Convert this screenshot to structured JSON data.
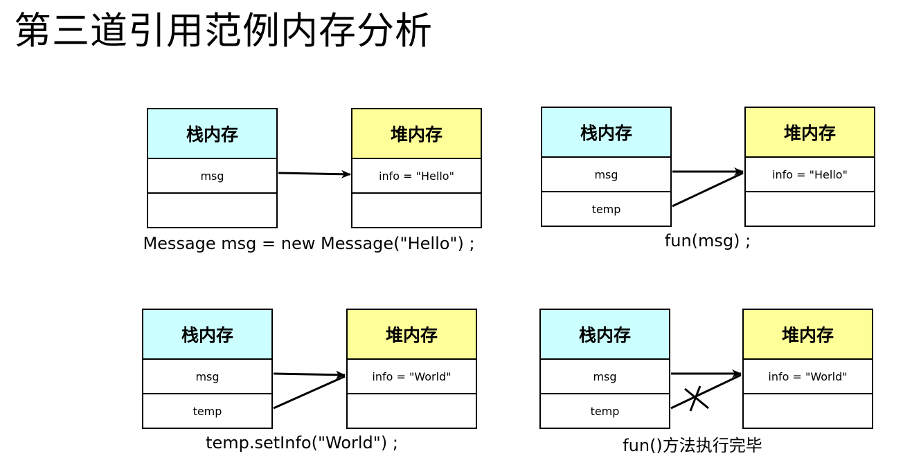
{
  "title": "第三道引用范例内存分析",
  "labels": {
    "stack": "栈内存",
    "heap": "堆内存"
  },
  "panels": [
    {
      "caption": "Message msg = new Message(\"Hello\") ;",
      "stack_cells": [
        "msg",
        ""
      ],
      "heap_cells": [
        "info = \"Hello\"",
        ""
      ]
    },
    {
      "caption": "fun(msg) ;",
      "stack_cells": [
        "msg",
        "temp"
      ],
      "heap_cells": [
        "info = \"Hello\"",
        ""
      ]
    },
    {
      "caption": "temp.setInfo(\"World\") ;",
      "stack_cells": [
        "msg",
        "temp"
      ],
      "heap_cells": [
        "info = \"World\"",
        ""
      ]
    },
    {
      "caption": "fun()方法执行完毕",
      "stack_cells": [
        "msg",
        "temp"
      ],
      "heap_cells": [
        "info = \"World\"",
        ""
      ]
    }
  ],
  "colors": {
    "stack_header": "#ccffff",
    "heap_header": "#ffff99"
  }
}
